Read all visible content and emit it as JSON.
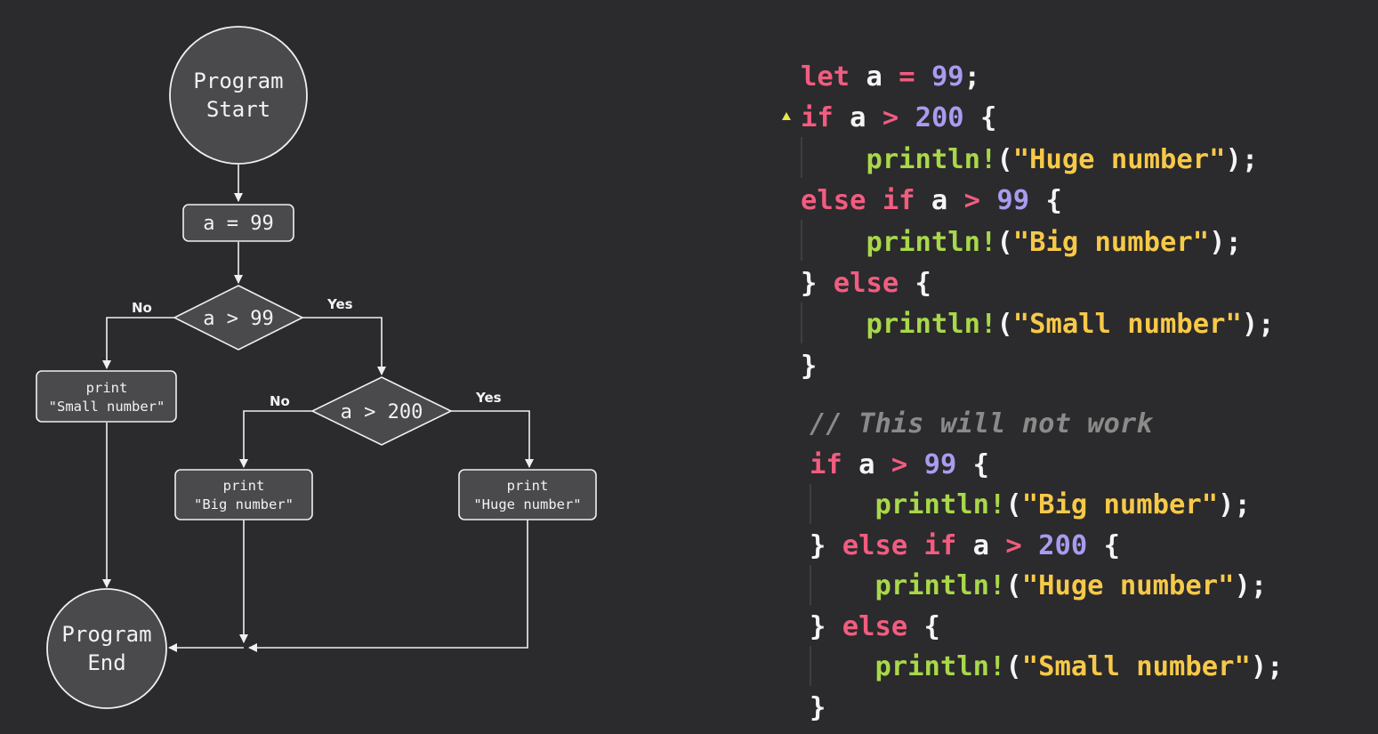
{
  "flowchart": {
    "start_label": [
      "Program",
      "Start"
    ],
    "assign_label": "a = 99",
    "decision_1_label": "a > 99",
    "decision_2_label": "a > 200",
    "print_small_label": [
      "print",
      "\"Small number\""
    ],
    "print_big_label": [
      "print",
      "\"Big number\""
    ],
    "print_huge_label": [
      "print",
      "\"Huge number\""
    ],
    "end_label": [
      "Program",
      "End"
    ],
    "yes_label": "Yes",
    "no_label": "No"
  },
  "code_block_1": [
    [
      [
        "kw",
        "let"
      ],
      [
        "plain",
        " a "
      ],
      [
        "op",
        "="
      ],
      [
        "plain",
        " "
      ],
      [
        "num",
        "99"
      ],
      [
        "plain",
        ";"
      ]
    ],
    [
      [
        "kw",
        "if"
      ],
      [
        "plain",
        " a "
      ],
      [
        "op",
        ">"
      ],
      [
        "plain",
        " "
      ],
      [
        "num",
        "200"
      ],
      [
        "plain",
        " {"
      ]
    ],
    [
      [
        "plain",
        "    "
      ],
      [
        "mac",
        "println!"
      ],
      [
        "plain",
        "("
      ],
      [
        "str",
        "\"Huge number\""
      ],
      [
        "plain",
        ");"
      ]
    ],
    [
      [
        "kw",
        "else if"
      ],
      [
        "plain",
        " a "
      ],
      [
        "op",
        ">"
      ],
      [
        "plain",
        " "
      ],
      [
        "num",
        "99"
      ],
      [
        "plain",
        " {"
      ]
    ],
    [
      [
        "plain",
        "    "
      ],
      [
        "mac",
        "println!"
      ],
      [
        "plain",
        "("
      ],
      [
        "str",
        "\"Big number\""
      ],
      [
        "plain",
        ");"
      ]
    ],
    [
      [
        "plain",
        "} "
      ],
      [
        "kw",
        "else"
      ],
      [
        "plain",
        " {"
      ]
    ],
    [
      [
        "plain",
        "    "
      ],
      [
        "mac",
        "println!"
      ],
      [
        "plain",
        "("
      ],
      [
        "str",
        "\"Small number\""
      ],
      [
        "plain",
        ");"
      ]
    ],
    [
      [
        "plain",
        "}"
      ]
    ]
  ],
  "code_block_2": [
    [
      [
        "cm",
        "// This will not work"
      ]
    ],
    [
      [
        "kw",
        "if"
      ],
      [
        "plain",
        " a "
      ],
      [
        "op",
        ">"
      ],
      [
        "plain",
        " "
      ],
      [
        "num",
        "99"
      ],
      [
        "plain",
        " {"
      ]
    ],
    [
      [
        "plain",
        "    "
      ],
      [
        "mac",
        "println!"
      ],
      [
        "plain",
        "("
      ],
      [
        "str",
        "\"Big number\""
      ],
      [
        "plain",
        ");"
      ]
    ],
    [
      [
        "plain",
        "} "
      ],
      [
        "kw",
        "else if"
      ],
      [
        "plain",
        " a "
      ],
      [
        "op",
        ">"
      ],
      [
        "plain",
        " "
      ],
      [
        "num",
        "200"
      ],
      [
        "plain",
        " {"
      ]
    ],
    [
      [
        "plain",
        "    "
      ],
      [
        "mac",
        "println!"
      ],
      [
        "plain",
        "("
      ],
      [
        "str",
        "\"Huge number\""
      ],
      [
        "plain",
        ");"
      ]
    ],
    [
      [
        "plain",
        "} "
      ],
      [
        "kw",
        "else"
      ],
      [
        "plain",
        " {"
      ]
    ],
    [
      [
        "plain",
        "    "
      ],
      [
        "mac",
        "println!"
      ],
      [
        "plain",
        "("
      ],
      [
        "str",
        "\"Small number\""
      ],
      [
        "plain",
        ");"
      ]
    ],
    [
      [
        "plain",
        "}"
      ]
    ]
  ],
  "colors": {
    "background": "#2b2a2c",
    "node_fill": "#4a494b",
    "node_stroke": "#f0f0f0",
    "keyword": "#f25c80",
    "number": "#a89bf0",
    "string": "#f7c948",
    "macro": "#a8d84a",
    "comment": "#8a8a8a",
    "breakpoint": "#e6e84a"
  }
}
